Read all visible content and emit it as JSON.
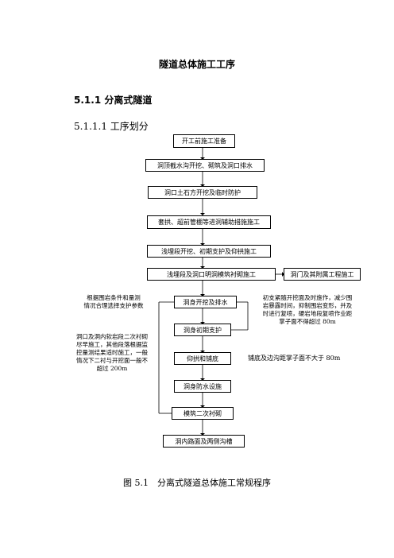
{
  "document": {
    "title": "隧道总体施工工序",
    "section": "5.1.1 分离式隧道",
    "subsection": "5.1.1.1 工序划分",
    "caption": "图 5.1　分离式隧道总体施工常规程序"
  },
  "flowchart": {
    "steps": [
      "开工前施工准备",
      "洞顶截水沟开挖、砌筑及洞口排水",
      "洞口土石方开挖及临时防护",
      "套拱、超前管棚等进洞辅助措施施工",
      "浅埋段开挖、初期支护及仰拱施工",
      "浅埋段及洞口明洞模筑衬砌施工",
      "洞身开挖及排水",
      "洞身初期支护",
      "仰拱和铺底",
      "洞身防水设施",
      "模筑二次衬砌",
      "洞内路面及两侧沟槽"
    ],
    "side_box": "洞门及其附属工程施工",
    "notes": {
      "left_1": [
        "根据围岩条件和量测",
        "情况合理选择支护参数"
      ],
      "left_2": [
        "洞口及洞内软岩段二次衬砌",
        "尽早施工，其他段落根据监",
        "控量测结果适时施工，一般",
        "情况下二衬与开挖面一般不",
        "超过 200m"
      ],
      "right_1": [
        "初支紧随开挖面及时施作，减少围",
        "岩暴露时间，抑制围岩变形，并及",
        "时进行复喷，硬岩地段复喷作业距",
        "掌子面不得超过 80m"
      ],
      "right_2": "铺底及边沟距掌子面不大于 80m"
    }
  }
}
